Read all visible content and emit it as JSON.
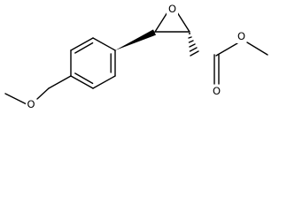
{
  "molecule": {
    "atoms": {
      "epoxide_oxygen": "O",
      "carbonyl_oxygen": "O",
      "ester_oxygen": "O",
      "methoxy_oxygen": "O"
    },
    "colors": {
      "bond": "#000000",
      "label": "#000000",
      "background": "#ffffff"
    }
  }
}
